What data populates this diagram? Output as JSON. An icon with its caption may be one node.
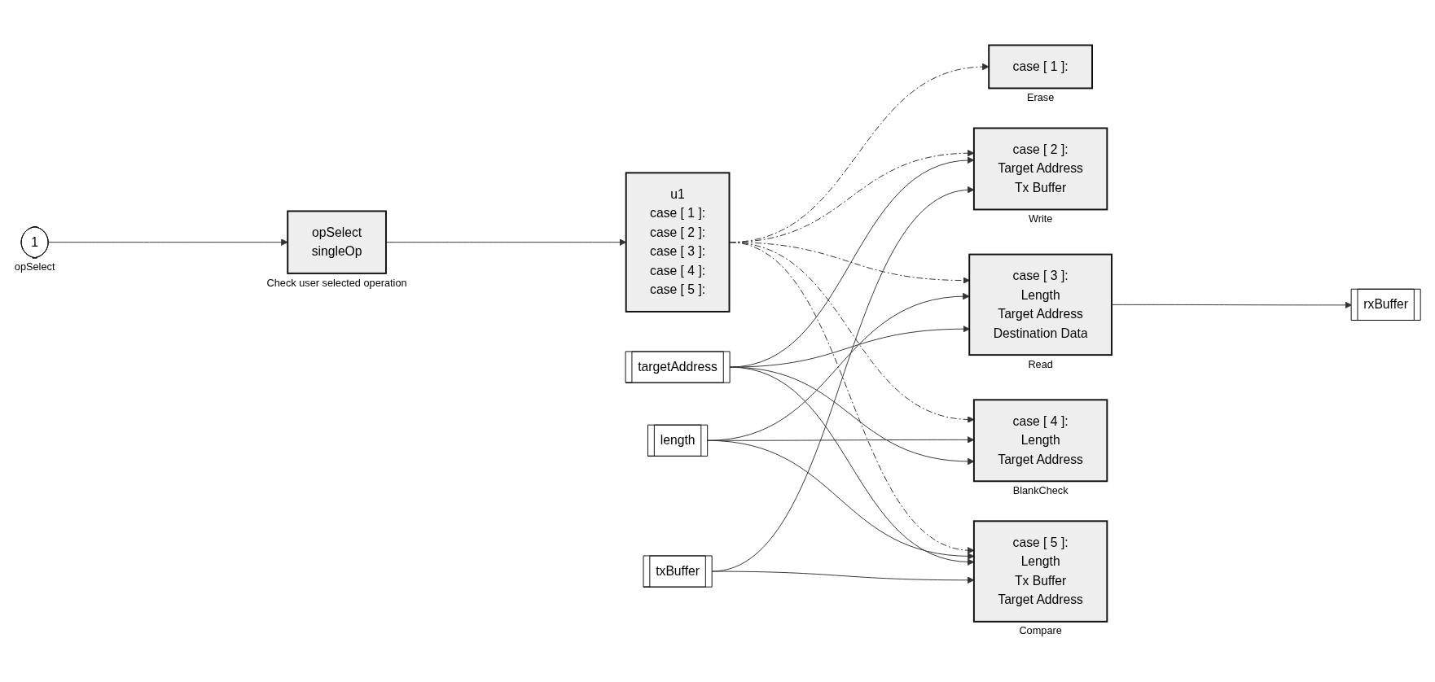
{
  "diagram": {
    "nodes": [
      {
        "text": [
          "1"
        ],
        "beside": [
          "opSelect"
        ]
      },
      {
        "text": [
          "opSelect",
          "singleOp"
        ],
        "beside": [
          "Check user selected operation"
        ]
      },
      {
        "text": [
          "u1",
          "case [ 1 ]:",
          "case [ 2 ]:",
          "case [ 3 ]:",
          "case [ 4 ]:",
          "case [ 5 ]:"
        ]
      },
      {
        "text": [
          "case [ 1 ]:"
        ],
        "beside": [
          "Erase"
        ]
      },
      {
        "text": [
          "case [ 2 ]:",
          "Target Address",
          "Tx Buffer"
        ],
        "beside": [
          "Write"
        ]
      },
      {
        "text": [
          "case [ 3 ]:",
          "Length",
          "Target Address",
          "Destination Data"
        ],
        "beside": [
          "Read"
        ]
      },
      {
        "text": [
          "rxBuffer"
        ]
      },
      {
        "text": [
          "case [ 4 ]:",
          "Length",
          "Target Address"
        ],
        "beside": [
          "BlankCheck"
        ]
      },
      {
        "text": [
          "case [ 5 ]:",
          "Length",
          "Tx Buffer",
          "Target Address"
        ],
        "beside": [
          "Compare"
        ]
      },
      {
        "text": [
          "length"
        ]
      },
      {
        "text": [
          "targetAddress"
        ]
      },
      {
        "text": [
          "txBuffer"
        ]
      }
    ],
    "edges": [
      {
        "from": 0,
        "to": 1,
        "arrow": "to"
      },
      {
        "from": 1,
        "to": 2,
        "arrow": "to"
      },
      {
        "from": 2,
        "to": 3,
        "arrow": "to",
        "style": "dashed"
      },
      {
        "from": 2,
        "to": 4,
        "arrow": "to",
        "style": "dashed"
      },
      {
        "from": 2,
        "to": 5,
        "arrow": "to",
        "style": "dashed"
      },
      {
        "from": 2,
        "to": 7,
        "arrow": "to",
        "style": "dashed"
      },
      {
        "from": 2,
        "to": 8,
        "arrow": "to",
        "style": "dashed"
      },
      {
        "from": 5,
        "to": 6,
        "arrow": "to"
      },
      {
        "from": 9,
        "to": 8,
        "arrow": "to"
      },
      {
        "from": 9,
        "to": 7,
        "arrow": "to"
      },
      {
        "from": 9,
        "to": 5,
        "arrow": "to"
      },
      {
        "from": 10,
        "to": 8,
        "arrow": "to"
      },
      {
        "from": 10,
        "to": 7,
        "arrow": "to"
      },
      {
        "from": 10,
        "to": 5,
        "arrow": "to"
      },
      {
        "from": 10,
        "to": 4,
        "arrow": "to"
      },
      {
        "from": 11,
        "to": 8,
        "arrow": "to"
      },
      {
        "from": 11,
        "to": 4,
        "arrow": "to"
      }
    ]
  }
}
